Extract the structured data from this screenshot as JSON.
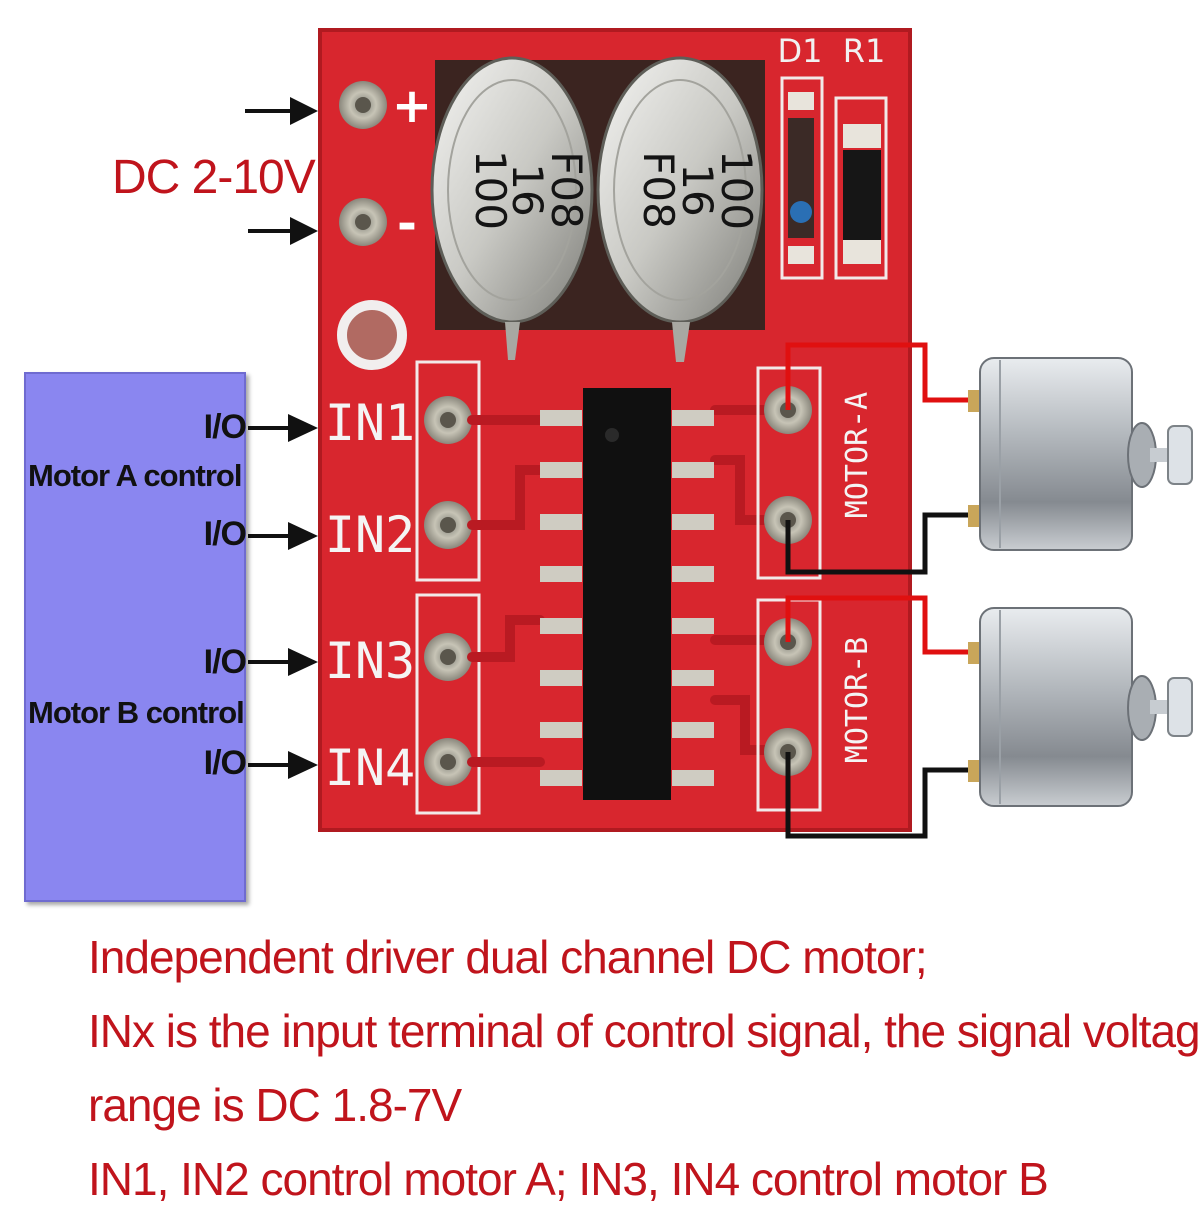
{
  "power": {
    "plus": "+",
    "minus": "-",
    "voltage_label": "DC 2-10V"
  },
  "capacitors": [
    [
      "100",
      "16",
      "F08"
    ],
    [
      "100",
      "16",
      "F08"
    ]
  ],
  "components": {
    "diode": "D1",
    "resistor": "R1"
  },
  "inputs": [
    "IN1",
    "IN2",
    "IN3",
    "IN4"
  ],
  "outputs": {
    "motor_a": "MOTOR-A",
    "motor_b": "MOTOR-B"
  },
  "controller": {
    "io_label": "I/O",
    "motor_a_control": "Motor A control",
    "motor_b_control": "Motor B control"
  },
  "caption": [
    "Independent driver dual channel DC motor;",
    "INx is the input terminal of control signal, the signal voltage",
    "range is DC 1.8-7V",
    "IN1, IN2 control motor A; IN3, IN4 control motor B"
  ],
  "colors": {
    "pcb": "#d8262e",
    "label_text": "#c0141c",
    "controller_box": "#8a86f0",
    "wire_red": "#e01010",
    "wire_black": "#111111"
  }
}
